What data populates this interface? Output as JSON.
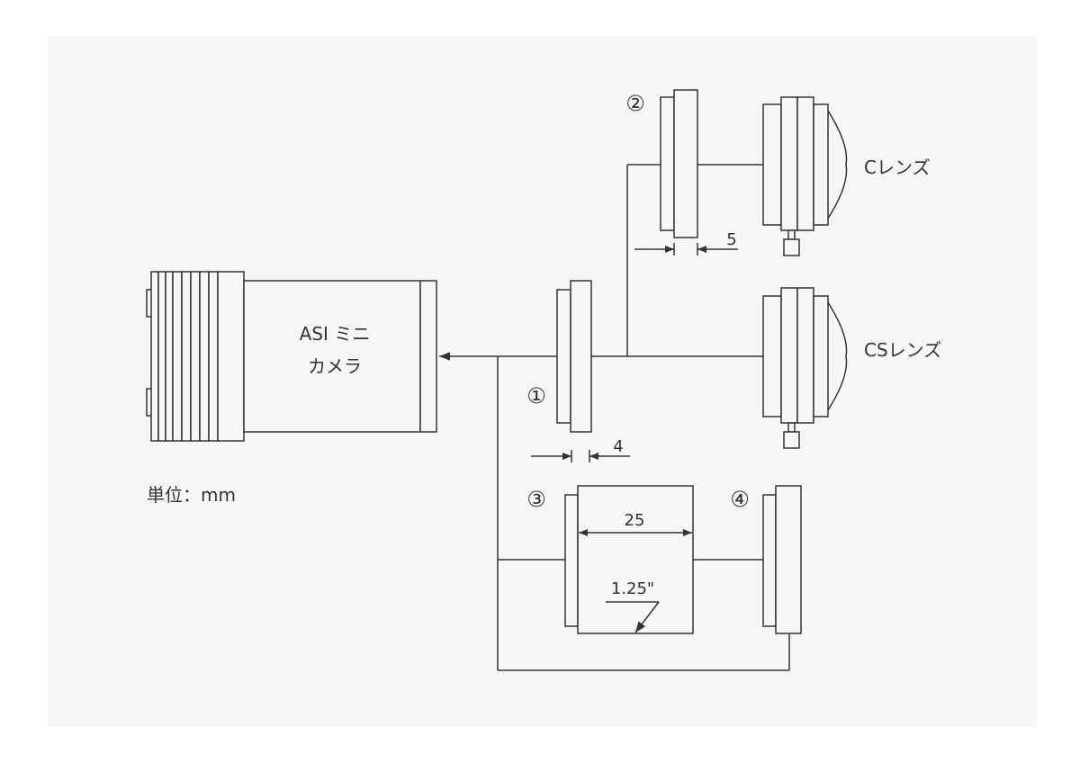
{
  "camera": {
    "line1": "ASI ミニ",
    "line2": "カメラ"
  },
  "unit_label": "単位：mm",
  "parts": {
    "p1": "①",
    "p2": "②",
    "p3": "③",
    "p4": "④"
  },
  "lenses": {
    "c_lens": "Cレンズ",
    "cs_lens": "CSレンズ"
  },
  "dimensions": {
    "d_spacer_c": "5",
    "d_spacer_cs": "4",
    "d_nosepiece": "25",
    "nosepiece_size": "1.25\""
  },
  "colors": {
    "line": "#333333",
    "background": "#f6f6f6"
  }
}
